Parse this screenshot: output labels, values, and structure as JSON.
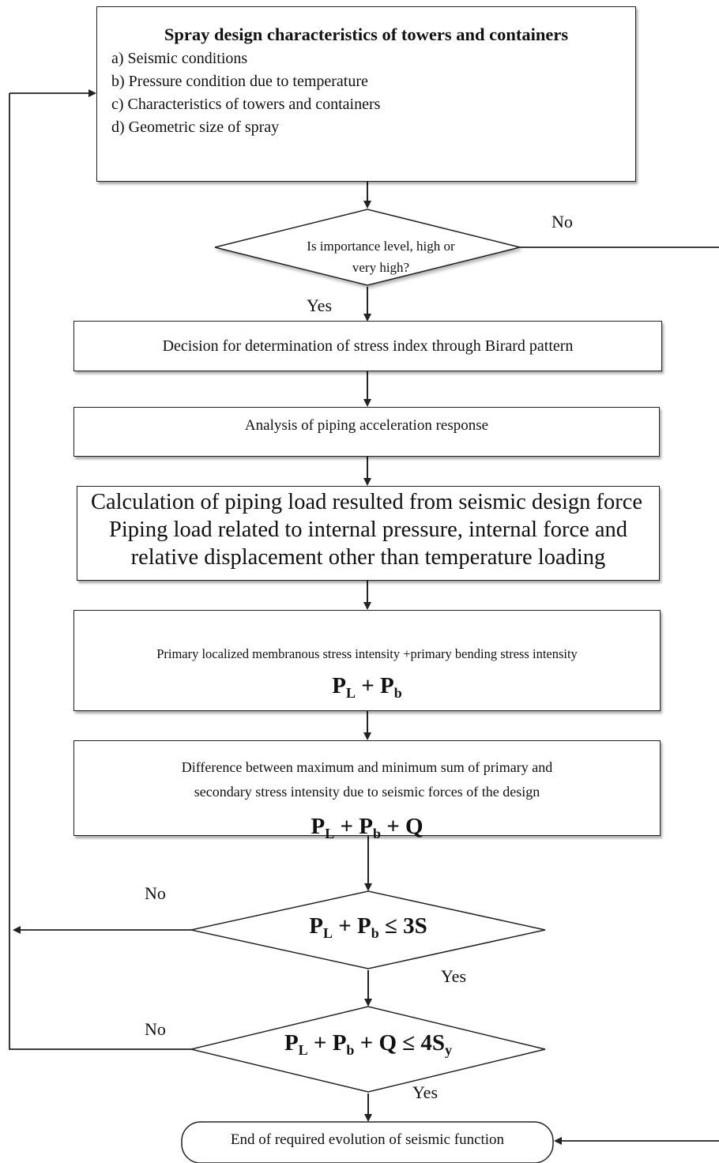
{
  "box1": {
    "title": "Spray design characteristics of towers and containers",
    "items": [
      "a) Seismic conditions",
      "b) Pressure condition due to temperature",
      "c) Characteristics of towers and containers",
      "d) Geometric size of spray"
    ]
  },
  "decision1": {
    "text_line1": "Is importance level, high or",
    "text_line2": "very high?"
  },
  "box_birard": "Decision for determination of stress index through Birard pattern",
  "box_accel": "Analysis of piping acceleration response",
  "box_load": {
    "line1": "Calculation of piping load resulted from seismic design force",
    "line2": "Piping load related to internal pressure, internal force and",
    "line3": "relative displacement other than temperature loading"
  },
  "box_primary": {
    "text": "Primary localized membranous stress intensity +primary bending stress intensity",
    "formula": {
      "a": "P",
      "a_sub": "L",
      "op1": " + ",
      "b": "P",
      "b_sub": "b"
    }
  },
  "box_diff": {
    "line1": "Difference between maximum and minimum sum of primary and",
    "line2": "secondary stress intensity due to seismic forces of the design",
    "formula": {
      "a": "P",
      "a_sub": "L",
      "op1": " + ",
      "b": "P",
      "b_sub": "b",
      "op2": " + Q"
    }
  },
  "decision2": {
    "a": "P",
    "a_sub": "L",
    "op1": " + ",
    "b": "P",
    "b_sub": "b",
    "rest": " ≤ 3S"
  },
  "decision3": {
    "a": "P",
    "a_sub": "L",
    "op1": " + ",
    "b": "P",
    "b_sub": "b",
    "op2": " + Q ≤ 4S",
    "s_sub": "y"
  },
  "end": "End of required evolution of seismic function",
  "labels": {
    "yes": "Yes",
    "no": "No"
  }
}
